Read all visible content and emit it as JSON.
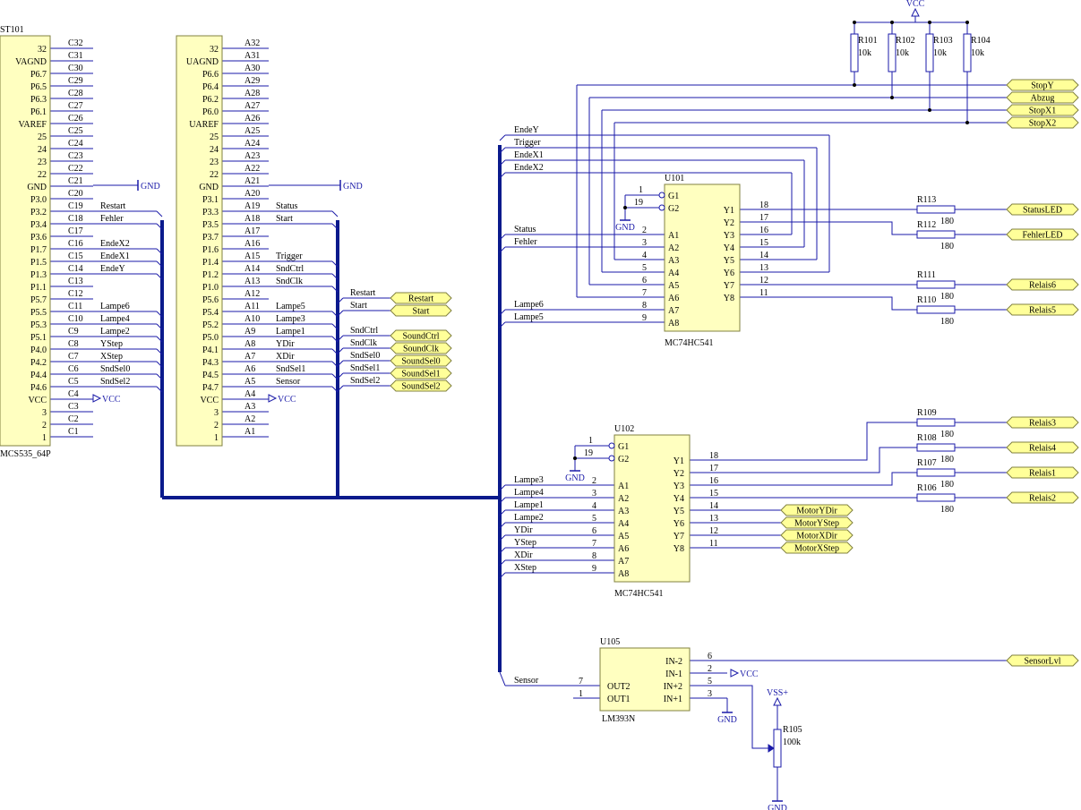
{
  "colors": {
    "wire": "#1a1aa8",
    "bus": "#0a1a8c",
    "body": "#ffffc0",
    "outline": "#808040",
    "flag": "#ffff99",
    "text": "#000000"
  },
  "connectors": [
    {
      "ref": "ST101",
      "type": "MCS535_64P",
      "pins": [
        [
          "32",
          "C32"
        ],
        [
          "VAGND",
          "C31"
        ],
        [
          "P6.7",
          "C30"
        ],
        [
          "P6.5",
          "C29"
        ],
        [
          "P6.3",
          "C28"
        ],
        [
          "P6.1",
          "C27"
        ],
        [
          "VAREF",
          "C26"
        ],
        [
          "25",
          "C25"
        ],
        [
          "24",
          "C24"
        ],
        [
          "23",
          "C23"
        ],
        [
          "22",
          "C22"
        ],
        [
          "GND",
          "C21"
        ],
        [
          "P3.0",
          "C20"
        ],
        [
          "P3.2",
          "C19"
        ],
        [
          "P3.4",
          "C18"
        ],
        [
          "P3.6",
          "C17"
        ],
        [
          "P1.7",
          "C16"
        ],
        [
          "P1.5",
          "C15"
        ],
        [
          "P1.3",
          "C14"
        ],
        [
          "P1.1",
          "C13"
        ],
        [
          "P5.7",
          "C12"
        ],
        [
          "P5.5",
          "C11"
        ],
        [
          "P5.3",
          "C10"
        ],
        [
          "P5.1",
          "C9"
        ],
        [
          "P4.0",
          "C8"
        ],
        [
          "P4.2",
          "C7"
        ],
        [
          "P4.4",
          "C6"
        ],
        [
          "P4.6",
          "C5"
        ],
        [
          "VCC",
          "C4"
        ],
        [
          "3",
          "C3"
        ],
        [
          "2",
          "C2"
        ],
        [
          "1",
          "C1"
        ]
      ],
      "nets": {
        "13": "Restart",
        "14": "Fehler",
        "16": "EndeX2",
        "17": "EndeX1",
        "18": "EndeY",
        "21": "Lampe6",
        "22": "Lampe4",
        "23": "Lampe2",
        "24": "YStep",
        "25": "XStep",
        "26": "SndSel0",
        "27": "SndSel2"
      }
    },
    {
      "ref": "",
      "type": "",
      "pins": [
        [
          "32",
          "A32"
        ],
        [
          "UAGND",
          "A31"
        ],
        [
          "P6.6",
          "A30"
        ],
        [
          "P6.4",
          "A29"
        ],
        [
          "P6.2",
          "A28"
        ],
        [
          "P6.0",
          "A27"
        ],
        [
          "UAREF",
          "A26"
        ],
        [
          "25",
          "A25"
        ],
        [
          "24",
          "A24"
        ],
        [
          "23",
          "A23"
        ],
        [
          "22",
          "A22"
        ],
        [
          "GND",
          "A21"
        ],
        [
          "P3.1",
          "A20"
        ],
        [
          "P3.3",
          "A19"
        ],
        [
          "P3.5",
          "A18"
        ],
        [
          "P3.7",
          "A17"
        ],
        [
          "P1.6",
          "A16"
        ],
        [
          "P1.4",
          "A15"
        ],
        [
          "P1.2",
          "A14"
        ],
        [
          "P1.0",
          "A13"
        ],
        [
          "P5.6",
          "A12"
        ],
        [
          "P5.4",
          "A11"
        ],
        [
          "P5.2",
          "A10"
        ],
        [
          "P5.0",
          "A9"
        ],
        [
          "P4.1",
          "A8"
        ],
        [
          "P4.3",
          "A7"
        ],
        [
          "P4.5",
          "A6"
        ],
        [
          "P4.7",
          "A5"
        ],
        [
          "VCC",
          "A4"
        ],
        [
          "3",
          "A3"
        ],
        [
          "2",
          "A2"
        ],
        [
          "1",
          "A1"
        ]
      ],
      "nets": {
        "13": "Status",
        "14": "Start",
        "17": "Trigger",
        "18": "SndCtrl",
        "19": "SndClk",
        "21": "Lampe5",
        "22": "Lampe3",
        "23": "Lampe1",
        "24": "YDir",
        "25": "XDir",
        "26": "SndSel1",
        "27": "Sensor"
      }
    }
  ],
  "power": {
    "gnd": "GND",
    "vcc": "VCC",
    "vss": "VSS+"
  },
  "bus_exit_labels": [
    [
      "Restart",
      "Restart"
    ],
    [
      "Start",
      "Start"
    ],
    [
      "SndCtrl",
      "SoundCtrl"
    ],
    [
      "SndClk",
      "SoundClk"
    ],
    [
      "SndSel0",
      "SoundSel0"
    ],
    [
      "SndSel1",
      "SoundSel1"
    ],
    [
      "SndSel2",
      "SoundSel2"
    ]
  ],
  "buffers": [
    {
      "ref": "U101",
      "type": "MC74HC541",
      "g1": "G1",
      "g2": "G2",
      "g1_pin": "1",
      "g2_pin": "19",
      "in_pins": [
        [
          "2",
          "A1"
        ],
        [
          "3",
          "A2"
        ],
        [
          "4",
          "A3"
        ],
        [
          "5",
          "A4"
        ],
        [
          "6",
          "A5"
        ],
        [
          "7",
          "A6"
        ],
        [
          "8",
          "A7"
        ],
        [
          "9",
          "A8"
        ]
      ],
      "out_pins": [
        [
          "18",
          "Y1"
        ],
        [
          "17",
          "Y2"
        ],
        [
          "16",
          "Y3"
        ],
        [
          "15",
          "Y4"
        ],
        [
          "14",
          "Y5"
        ],
        [
          "13",
          "Y6"
        ],
        [
          "12",
          "Y7"
        ],
        [
          "11",
          "Y8"
        ]
      ],
      "in_nets": [
        "Status",
        "Fehler",
        "",
        "",
        "",
        "",
        "Lampe6",
        "Lampe5"
      ]
    },
    {
      "ref": "U102",
      "type": "MC74HC541",
      "g1": "G1",
      "g2": "G2",
      "g1_pin": "1",
      "g2_pin": "19",
      "in_pins": [
        [
          "2",
          "A1"
        ],
        [
          "3",
          "A2"
        ],
        [
          "4",
          "A3"
        ],
        [
          "5",
          "A4"
        ],
        [
          "6",
          "A5"
        ],
        [
          "7",
          "A6"
        ],
        [
          "8",
          "A7"
        ],
        [
          "9",
          "A8"
        ]
      ],
      "out_pins": [
        [
          "18",
          "Y1"
        ],
        [
          "17",
          "Y2"
        ],
        [
          "16",
          "Y3"
        ],
        [
          "15",
          "Y4"
        ],
        [
          "14",
          "Y5"
        ],
        [
          "13",
          "Y6"
        ],
        [
          "12",
          "Y7"
        ],
        [
          "11",
          "Y8"
        ]
      ],
      "in_nets": [
        "Lampe3",
        "Lampe4",
        "Lampe1",
        "Lampe2",
        "YDir",
        "YStep",
        "XDir",
        "XStep"
      ]
    }
  ],
  "bus_nets_top": [
    "EndeY",
    "Trigger",
    "EndeX1",
    "EndeX2"
  ],
  "pullups": [
    [
      "R101",
      "10k"
    ],
    [
      "R102",
      "10k"
    ],
    [
      "R103",
      "10k"
    ],
    [
      "R104",
      "10k"
    ]
  ],
  "stop_flags": [
    "StopY",
    "Abzug",
    "StopX1",
    "StopX2"
  ],
  "series_resistors": [
    [
      "R113",
      "180",
      "StatusLED"
    ],
    [
      "R112",
      "180",
      "FehlerLED"
    ],
    [
      "R111",
      "180",
      "Relais6"
    ],
    [
      "R110",
      "180",
      "Relais5"
    ],
    [
      "R109",
      "180",
      "Relais3"
    ],
    [
      "R108",
      "180",
      "Relais4"
    ],
    [
      "R107",
      "180",
      "Relais1"
    ],
    [
      "R106",
      "180",
      "Relais2"
    ]
  ],
  "motor_flags": [
    "MotorYDir",
    "MotorYStep",
    "MotorXDir",
    "MotorXStep"
  ],
  "comparator": {
    "ref": "U105",
    "type": "LM393N",
    "pins_right": [
      [
        "6",
        "IN-2"
      ],
      [
        "2",
        "IN-1"
      ],
      [
        "5",
        "IN+2"
      ],
      [
        "3",
        "IN+1"
      ]
    ],
    "pins_left": [
      [
        "7",
        "OUT2"
      ],
      [
        "1",
        "OUT1"
      ]
    ],
    "sensor_net": "Sensor",
    "output_flag": "SensorLvl"
  },
  "pot": {
    "ref": "R105",
    "value": "100k"
  }
}
